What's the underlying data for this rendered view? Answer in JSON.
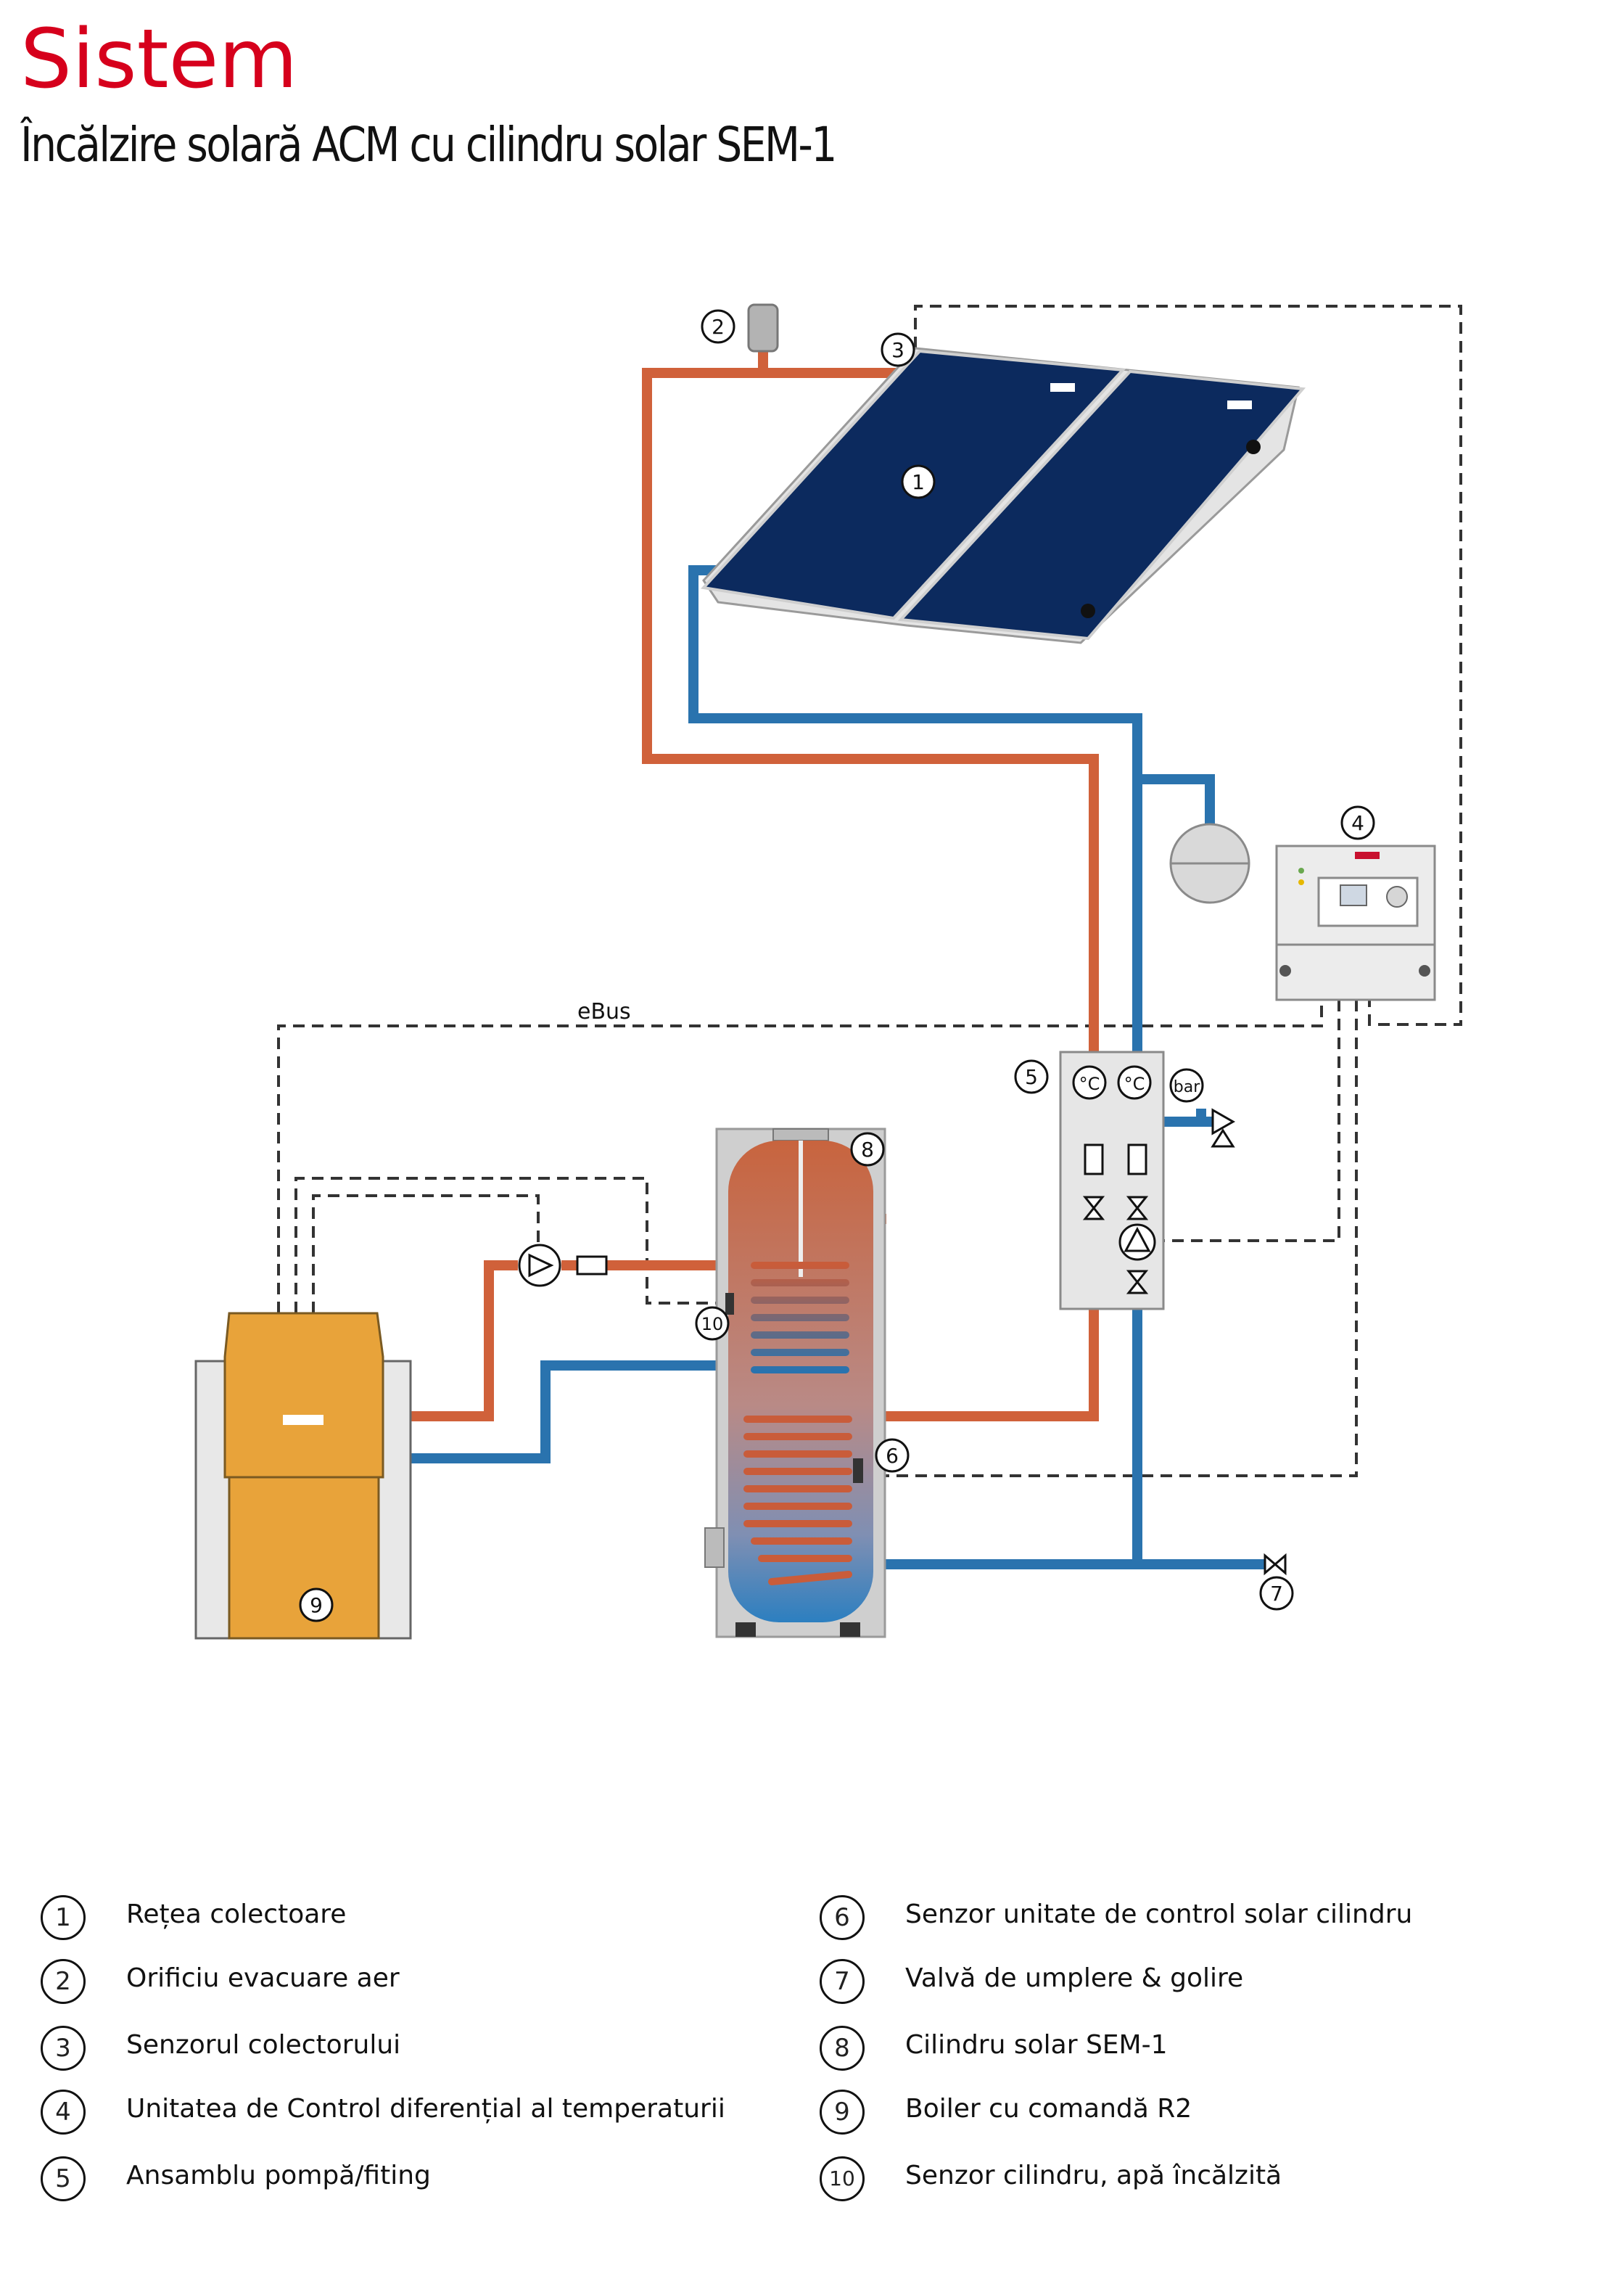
{
  "header": {
    "title": "Sistem",
    "subtitle": "Încălzire solară ACM cu cilindru solar SEM-1"
  },
  "colors": {
    "title": "#d6001c",
    "hot_pipe": "#d0613a",
    "cold_pipe": "#2a73ae",
    "collector": "#0c2a5e",
    "boiler": "#e8a33a",
    "dashed_line": "#333333"
  },
  "diagram": {
    "ebus_label": "eBus",
    "pressure_label": "bar",
    "temp_label": "°C",
    "callouts": [
      "1",
      "2",
      "3",
      "4",
      "5",
      "6",
      "7",
      "8",
      "9",
      "10"
    ]
  },
  "legend": {
    "items": [
      {
        "num": "1",
        "text": "Rețea colectoare"
      },
      {
        "num": "2",
        "text": "Orificiu evacuare aer"
      },
      {
        "num": "3",
        "text": "Senzorul colectorului"
      },
      {
        "num": "4",
        "text": "Unitatea de Control diferențial al temperaturii"
      },
      {
        "num": "5",
        "text": "Ansamblu pompă/fiting"
      },
      {
        "num": "6",
        "text": "Senzor unitate de control solar cilindru"
      },
      {
        "num": "7",
        "text": "Valvă de umplere & golire"
      },
      {
        "num": "8",
        "text": "Cilindru solar SEM-1"
      },
      {
        "num": "9",
        "text": "Boiler cu comandă R2"
      },
      {
        "num": "10",
        "text": "Senzor cilindru, apă încălzită"
      }
    ]
  }
}
